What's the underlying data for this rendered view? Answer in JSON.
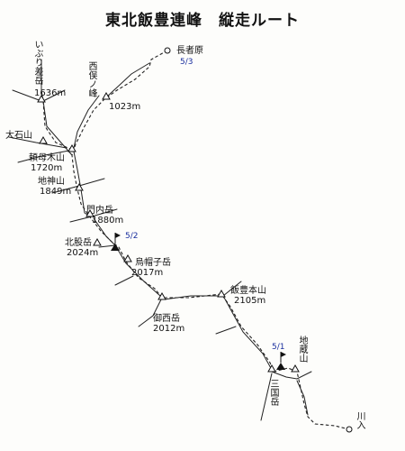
{
  "title": "東北飯豊連峰　縦走ルート",
  "peaks": {
    "ibuki": {
      "name": "いぶり差岳",
      "elev": "1636m"
    },
    "nishimata": {
      "name": "西俣ノ峰",
      "elev": "1023m"
    },
    "oishi": {
      "name": "大石山"
    },
    "eboshi_fujimi": {
      "name": "頼母木山",
      "elev": "1720m"
    },
    "chijin": {
      "name": "地神山",
      "elev": "1849m"
    },
    "monnai": {
      "name": "門内岳",
      "elev": "1880m"
    },
    "kitamata": {
      "name": "北股岳",
      "elev": "2024m"
    },
    "eboshi": {
      "name": "烏帽子岳",
      "elev": "2017m"
    },
    "iide": {
      "name": "飯豊本山",
      "elev": "2105m"
    },
    "onishi": {
      "name": "御西岳",
      "elev": "2012m"
    },
    "jizo": {
      "name": "地蔵山"
    },
    "mikuni": {
      "name": "三国岳"
    }
  },
  "endpoints": {
    "chojahara": {
      "name": "長者原",
      "date": "5/3"
    },
    "kawairi": {
      "name": "川入"
    }
  },
  "camps": [
    {
      "date": "5/2"
    },
    {
      "date": "5/1"
    }
  ],
  "colors": {
    "ink": "#111111",
    "date": "#1a2f9e"
  }
}
